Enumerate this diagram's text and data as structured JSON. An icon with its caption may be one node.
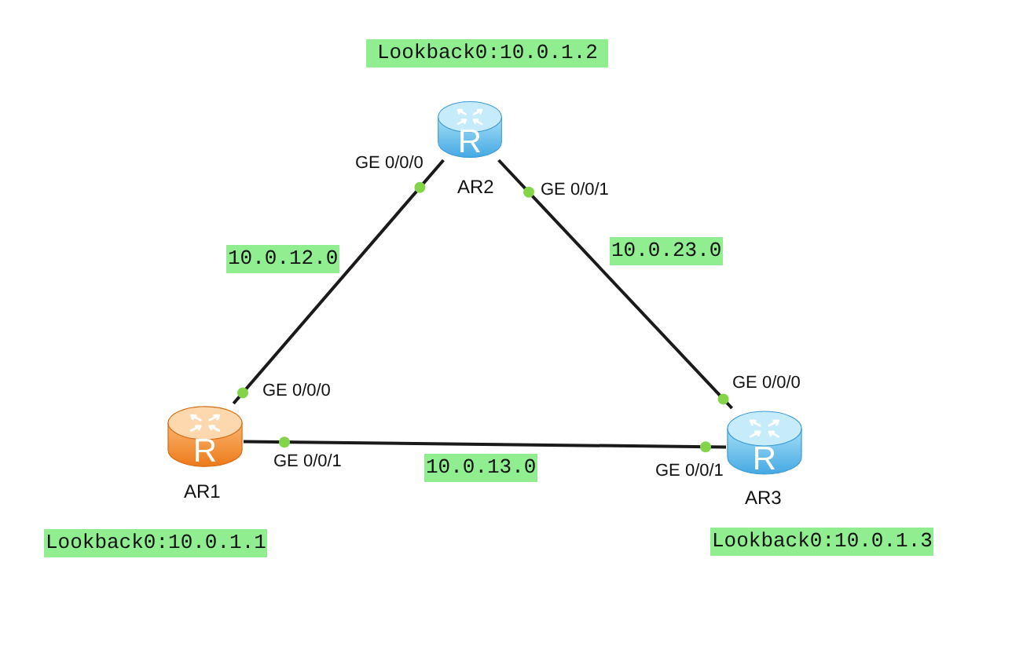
{
  "diagram": {
    "nodes": [
      {
        "text": [
          "R"
        ],
        "beside": [
          "AR2",
          "Lookback0:10.0.1.2"
        ]
      },
      {
        "text": [
          "R"
        ],
        "beside": [
          "AR1",
          "Lookback0:10.0.1.1"
        ]
      },
      {
        "text": [
          "R"
        ],
        "beside": [
          "AR3",
          "Lookback0:10.0.1.3"
        ]
      }
    ],
    "edges": [
      {
        "from": 1,
        "to": 0,
        "arrow": "none",
        "label": "10.0.12.0"
      },
      {
        "from": 0,
        "to": 2,
        "arrow": "none",
        "label": "10.0.23.0"
      },
      {
        "from": 1,
        "to": 2,
        "arrow": "none",
        "label": "10.0.13.0"
      }
    ],
    "labels": [
      "GE 0/0/0",
      "GE 0/0/1",
      "GE 0/0/0",
      "GE 0/0/0",
      "GE 0/0/1",
      "GE 0/0/1"
    ]
  }
}
